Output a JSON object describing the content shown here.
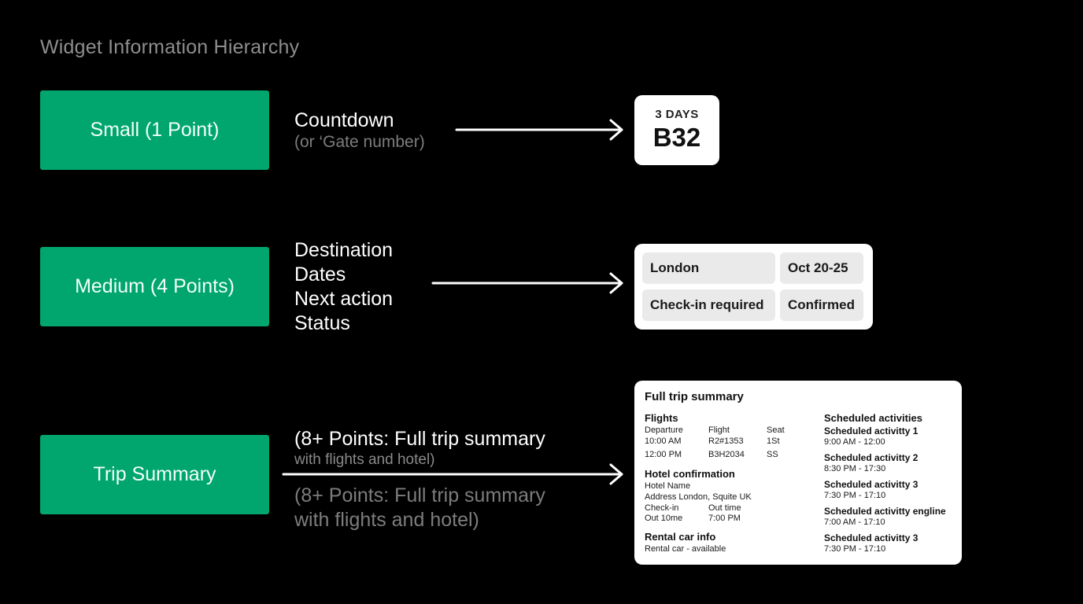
{
  "title": "Widget Information Hierarchy",
  "tiers": {
    "small": {
      "label": "Small (1 Point)",
      "desc_main": "Countdown",
      "desc_sub": "(or ‘Gate number)",
      "card_top": "3 DAYS",
      "card_main": "B32"
    },
    "medium": {
      "label": "Medium (4 Points)",
      "desc_lines": [
        "Destination",
        "Dates",
        "Next action",
        "Status"
      ],
      "chips": [
        "London",
        "Oct 20-25",
        "Check-in required",
        "Confirmed"
      ]
    },
    "trip": {
      "label": "Trip Summary",
      "desc_main": "(8+ Points: Full trip summary",
      "desc_sub": "with flights and hotel)",
      "desc2_line1": "(8+ Points: Full trip summary",
      "desc2_line2": "with flights and hotel)"
    }
  },
  "trip_card": {
    "title": "Full trip summary",
    "flights": {
      "heading": "Flights",
      "col_departure": "Departure",
      "col_flight": "Flight",
      "col_seat": "Seat",
      "rows": [
        {
          "departure": "10:00 AM",
          "flight": "R2#1353",
          "seat": "1St"
        },
        {
          "departure": "12:00 PM",
          "flight": "B3H2034",
          "seat": "SS"
        }
      ]
    },
    "hotel": {
      "heading": "Hotel confirmation",
      "name": "Hotel Name",
      "address": "Address London, Squite UK",
      "checkin_label": "Check-in",
      "out_label": "Out time",
      "checkin_value": "Out 10me",
      "out_value": "7:00 PM"
    },
    "rental": {
      "heading": "Rental car info",
      "value": "Rental car - available"
    },
    "activities": {
      "heading": "Scheduled activities",
      "items": [
        {
          "name": "Scheduled activitty 1",
          "time": "9:00 AM - 12:00"
        },
        {
          "name": "Scheduled activitty 2",
          "time": "8:30 PM - 17:30"
        },
        {
          "name": "Scheduled activitty 3",
          "time": "7:30 PM - 17:10"
        },
        {
          "name": "Scheduled activitty engline",
          "time": "7:00 AM - 17:10"
        },
        {
          "name": "Scheduled activitty 3",
          "time": "7:30 PM - 17:10"
        }
      ]
    }
  },
  "colors": {
    "background": "#000000",
    "tier_green": "#00a66e",
    "muted_text": "#8e8e8e",
    "card_bg": "#ffffff",
    "chip_bg": "#eaeaea"
  }
}
